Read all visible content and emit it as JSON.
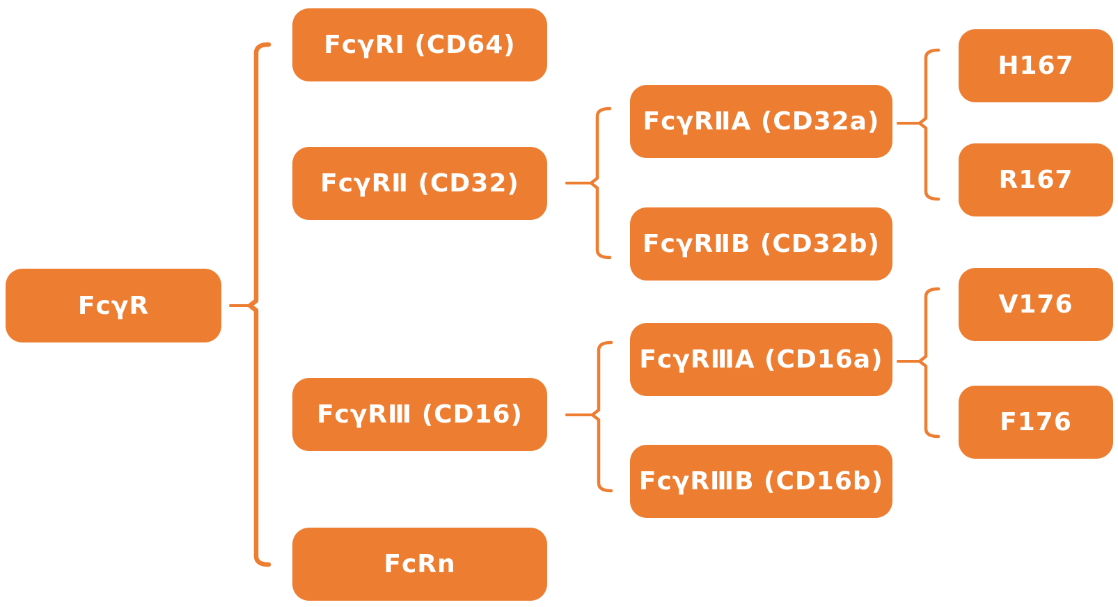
{
  "diagram": {
    "colors": {
      "background": "#FFFFFF",
      "node_fill": "#ED7D31",
      "connector": "#ED7D31",
      "text": "#FFFFFF"
    },
    "nodes": {
      "fcgr": {
        "label": "FcγR"
      },
      "fcgr1": {
        "label": "FcγRⅠ（CD64）"
      },
      "fcgr2": {
        "label": "FcγRⅡ（CD32）"
      },
      "fcgr3": {
        "label": "FcγRⅢ（CD16）"
      },
      "fcrn": {
        "label": "FcRn"
      },
      "fcgr2a": {
        "label": "FcγRⅡA（CD32a）"
      },
      "fcgr2b": {
        "label": "FcγRⅡB（CD32b）"
      },
      "fcgr3a": {
        "label": "FcγRⅢA（CD16a）"
      },
      "fcgr3b": {
        "label": "FcγRⅢB（CD16b）"
      },
      "h167": {
        "label": "H167"
      },
      "r167": {
        "label": "R167"
      },
      "v176": {
        "label": "V176"
      },
      "f176": {
        "label": "F176"
      }
    },
    "hierarchy": [
      {
        "parent": "FcγR",
        "children": [
          "FcγRⅠ（CD64）",
          "FcγRⅡ（CD32）",
          "FcγRⅢ（CD16）",
          "FcRn"
        ]
      },
      {
        "parent": "FcγRⅡ（CD32）",
        "children": [
          "FcγRⅡA（CD32a）",
          "FcγRⅡB（CD32b）"
        ]
      },
      {
        "parent": "FcγRⅢ（CD16）",
        "children": [
          "FcγRⅢA（CD16a）",
          "FcγRⅢB（CD16b）"
        ]
      },
      {
        "parent": "FcγRⅡA（CD32a）",
        "children": [
          "H167",
          "R167"
        ]
      },
      {
        "parent": "FcγRⅢA（CD16a）",
        "children": [
          "V176",
          "F176"
        ]
      }
    ]
  }
}
